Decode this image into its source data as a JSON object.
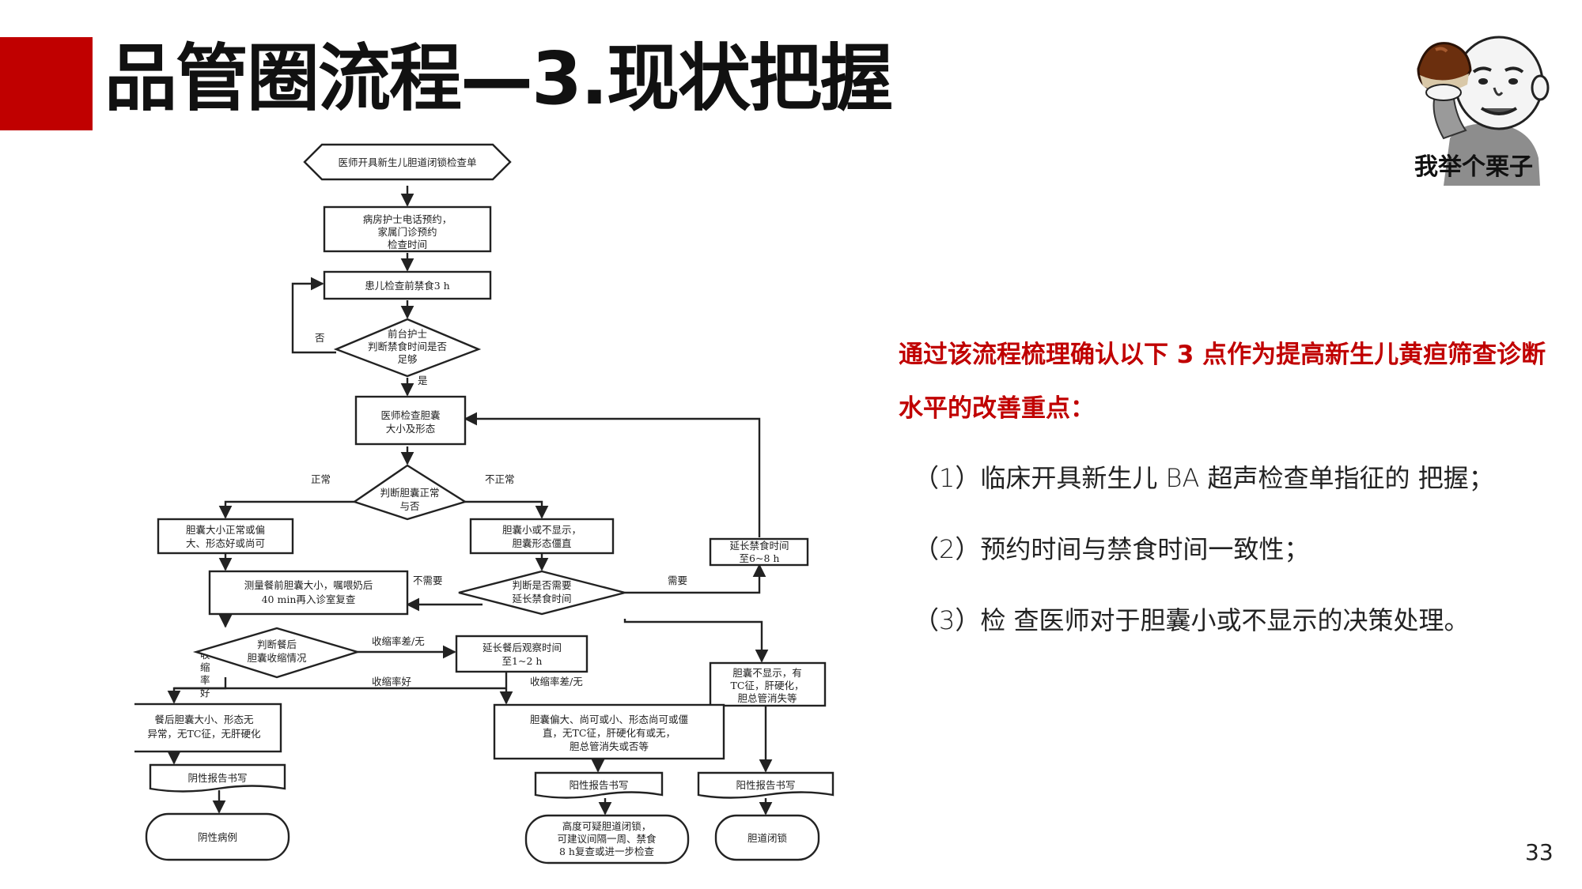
{
  "slide": {
    "title": "品管圈流程—3.现状把握",
    "page_number": "33",
    "accent_color": "#c00000"
  },
  "meme": {
    "caption": "我举个栗子",
    "icon": "chestnut-meme-icon"
  },
  "summary": {
    "heading": "通过该流程梳理确认以下 3 点作为提高新生儿黄疸筛查诊断水平的改善重点：",
    "points": [
      "（1）临床开具新生儿 BA 超声检查单指征的 把握；",
      "（2）预约时间与禁食时间一致性；",
      "（3）检 查医师对于胆囊小或不显示的决策处理。"
    ]
  },
  "flowchart": {
    "nodes": {
      "start": [
        "医师开具新生儿胆道闭锁检查单"
      ],
      "appointment": [
        "病房护士电话预约，",
        "家属门诊预约",
        "检查时间"
      ],
      "fasting": [
        "患儿检查前禁食3 h"
      ],
      "fasting_check": [
        "前台护士",
        "判断禁食时间是否",
        "足够"
      ],
      "doctor_exam": [
        "医师检查胆囊",
        "大小及形态"
      ],
      "gb_normal_check": [
        "判断胆囊正常",
        "与否"
      ],
      "gb_normal": [
        "胆囊大小正常或偏",
        "大、形态好或尚可"
      ],
      "gb_small": [
        "胆囊小或不显示，",
        "胆囊形态僵直"
      ],
      "extend_check": [
        "判断是否需要",
        "延长禁食时间"
      ],
      "extend_fast": [
        "延长禁食时间",
        "至6~8 h"
      ],
      "measure": [
        "测量餐前胆囊大小，嘱喂奶后",
        "40 min再入诊室复查"
      ],
      "contraction_check": [
        "判断餐后",
        "胆囊收缩情况"
      ],
      "extend_obs": [
        "延长餐后观察时间",
        "至1~2 h"
      ],
      "no_display": [
        "胆囊不显示，有",
        "TC征，肝硬化，",
        "胆总管消失等"
      ],
      "post_normal": [
        "餐后胆囊大小、形态无",
        "异常，无TC征，无肝硬化"
      ],
      "gb_large": [
        "胆囊偏大、尚可或小、形态尚可或僵",
        "直，无TC征，肝硬化有或无，",
        "胆总管消失或否等"
      ],
      "neg_report": [
        "阴性报告书写"
      ],
      "pos_report_1": [
        "阳性报告书写"
      ],
      "pos_report_2": [
        "阳性报告书写"
      ],
      "neg_case": [
        "阴性病例"
      ],
      "suspect": [
        "高度可疑胆道闭锁，",
        "可建议间隔一周、禁食",
        "8 h复查或进一步检查"
      ],
      "ba": [
        "胆道闭锁"
      ]
    },
    "edge_labels": {
      "no": "否",
      "yes": "是",
      "normal": "正常",
      "abnormal": "不正常",
      "not_needed": "不需要",
      "needed": "需要",
      "poor_none_1": "收缩率差/无",
      "good": "收缩率好",
      "poor_none_2": "收缩率差/无",
      "good_vertical": [
        "收",
        "缩",
        "率",
        "好"
      ]
    }
  }
}
